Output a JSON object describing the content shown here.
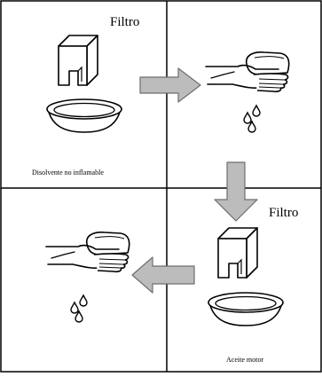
{
  "panels": {
    "top_left": {
      "label_filter": "Filtro",
      "caption": "Disolvente no inflamable"
    },
    "bottom_right": {
      "label_filter": "Filtro",
      "caption": "Aceite motor"
    }
  },
  "icons": {
    "filter": "filter-icon",
    "basin": "basin-icon",
    "hand": "squeezing-hand-icon",
    "drops": "drops-icon",
    "arrow": "arrow-icon"
  },
  "colors": {
    "line": "#000000",
    "arrow_fill": "#bcbcbc",
    "arrow_stroke": "#6e6e6e"
  }
}
